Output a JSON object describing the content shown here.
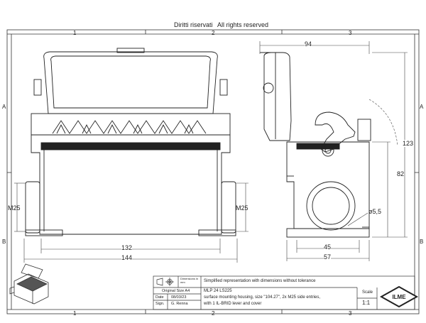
{
  "header": {
    "rights_it": "Diritti riservati",
    "rights_en": "All rights reserved"
  },
  "zones": {
    "columns": [
      "1",
      "2",
      "3"
    ],
    "rows": [
      "A",
      "B"
    ]
  },
  "dimensions": {
    "front_left_thread": "M25",
    "front_right_thread": "M25",
    "front_inner_width": "132",
    "front_outer_width": "144",
    "side_depth": "94",
    "side_height_total": "123",
    "side_height_body": "82",
    "side_hole": "ø5,5",
    "side_base_inner": "45",
    "side_base_outer": "57"
  },
  "title_block": {
    "dims_label": "Dimensions in mm",
    "note": "Simplified representation with dimensions without tolerance",
    "original_size_label": "Original Size A4",
    "date_label": "Date",
    "date_value": "08/03/23",
    "sign_label": "Sign.",
    "sign_value": "G. Renna",
    "part_code": "MLP 24 LS225",
    "description_1": "surface mounting housing, size \"104.27\", 2x M25 side entries,",
    "description_2": "with 1 IL-BRID lever and cover",
    "scale_label": "Scale",
    "scale_value": "1:1",
    "logo_text": "ILME"
  }
}
